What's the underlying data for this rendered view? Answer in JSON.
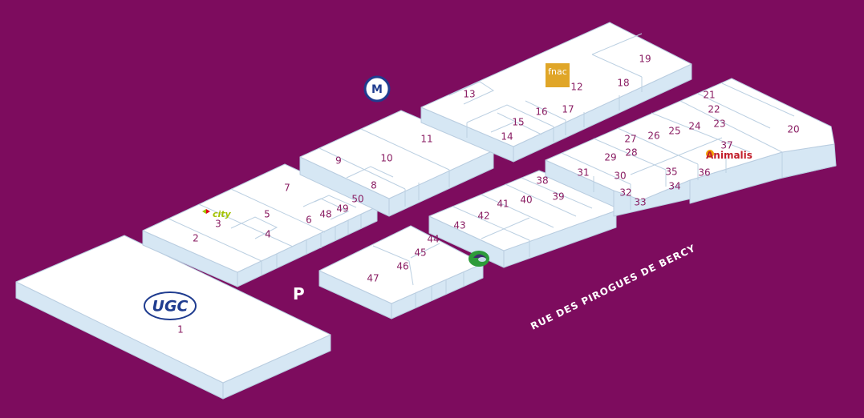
{
  "map": {
    "background_color": "#7d0c5e",
    "building_top_color": "#ffffff",
    "building_side_color": "#d6e7f4",
    "number_color": "#8a1e63"
  },
  "street": {
    "name": "RUE DES PIROGUES DE BERCY"
  },
  "parking": {
    "label": "P",
    "icon": "parking-icon"
  },
  "metro": {
    "label": "M",
    "icon": "metro-icon",
    "color": "#1f3c8f"
  },
  "brands": {
    "ugc": {
      "label": "UGC",
      "icon": "ugc-logo"
    },
    "fnac": {
      "label": "fnac",
      "icon": "fnac-logo",
      "color": "#e0a628"
    },
    "carrefour_city": {
      "label": "city",
      "icon": "carrefour-city-logo",
      "color": "#a3c200"
    },
    "animalis": {
      "label": "Animalis",
      "icon": "animalis-logo",
      "color": "#c21e2b"
    },
    "helmet": {
      "icon": "helmet-icon",
      "color": "#2e9b3a"
    }
  },
  "units": {
    "u1": "1",
    "u2": "2",
    "u3": "3",
    "u4": "4",
    "u5": "5",
    "u6": "6",
    "u7": "7",
    "u8": "8",
    "u9": "9",
    "u10": "10",
    "u11": "11",
    "u12": "12",
    "u13": "13",
    "u14": "14",
    "u15": "15",
    "u16": "16",
    "u17": "17",
    "u18": "18",
    "u19": "19",
    "u20": "20",
    "u21": "21",
    "u22": "22",
    "u23": "23",
    "u24": "24",
    "u25": "25",
    "u26": "26",
    "u27": "27",
    "u28": "28",
    "u29": "29",
    "u30": "30",
    "u31": "31",
    "u32": "32",
    "u33": "33",
    "u34": "34",
    "u35": "35",
    "u36": "36",
    "u37": "37",
    "u38": "38",
    "u39": "39",
    "u40": "40",
    "u41": "41",
    "u42": "42",
    "u43": "43",
    "u44": "44",
    "u45": "45",
    "u46": "46",
    "u47": "47",
    "u48": "48",
    "u49": "49",
    "u50": "50"
  }
}
